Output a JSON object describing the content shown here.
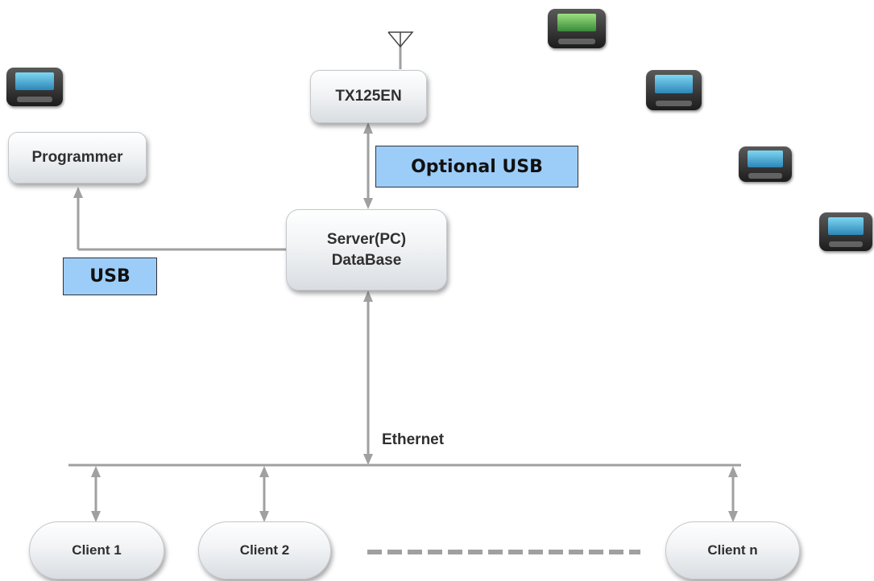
{
  "nodes": {
    "transmitter": "TX125EN",
    "programmer": "Programmer",
    "server_line1": "Server(PC)",
    "server_line2": "DataBase",
    "client1": "Client 1",
    "client2": "Client 2",
    "clientn": "Client n"
  },
  "labels": {
    "optional_usb": "Optional USB",
    "usb": "USB",
    "ethernet": "Ethernet"
  },
  "colors": {
    "tag_fill": "#9ccdf9",
    "connector": "#9e9e9e"
  },
  "icons": [
    "antenna-icon",
    "pager-icon"
  ]
}
